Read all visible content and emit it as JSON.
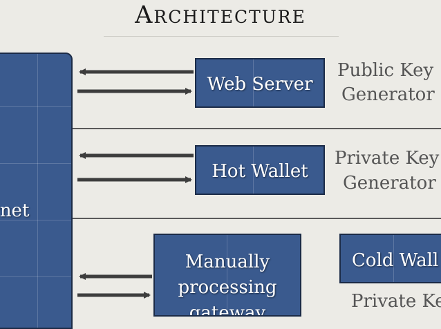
{
  "title": "Architecture",
  "colors": {
    "box_fill": "#3a5a8e",
    "box_border": "#1b2b47",
    "background": "#ecebe6",
    "arrow": "#3d3d3d",
    "side_text": "#555555"
  },
  "internet": {
    "label": "ernet"
  },
  "rows": [
    {
      "box_label": "Web Server",
      "side_text_line1": "Public Key",
      "side_text_line2": "Generator"
    },
    {
      "box_label": "Hot Wallet",
      "side_text_line1": "Private Key",
      "side_text_line2": "Generator"
    },
    {
      "box_label_line1": "Manually",
      "box_label_line2": "processing",
      "box_label_line3": "gateway"
    }
  ],
  "cold_wallet": {
    "label": "Cold Wall",
    "side_text": "Private Ke"
  }
}
